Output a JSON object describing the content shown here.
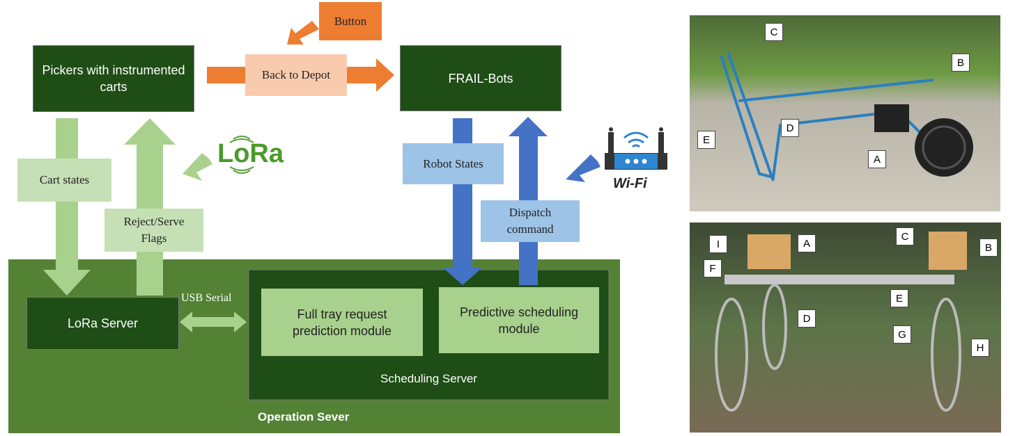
{
  "nodes": {
    "pickers": "Pickers with instrumented carts",
    "button": "Button",
    "back_to_depot": "Back to Depot",
    "frail_bots": "FRAIL-Bots",
    "cart_states": "Cart states",
    "reject_serve": "Reject/Serve Flags",
    "lora_logo": "LoRa",
    "robot_states": "Robot States",
    "dispatch": "Dispatch command",
    "wifi_logo": "Wi-Fi",
    "usb_serial": "USB Serial",
    "lora_server": "LoRa Server",
    "full_tray": "Full tray request prediction module",
    "predictive": "Predictive scheduling module",
    "scheduling_server": "Scheduling Server",
    "operation_server": "Operation Sever"
  },
  "photo_top_labels": [
    "C",
    "B",
    "D",
    "E",
    "A"
  ],
  "photo_bottom_labels": [
    "I",
    "A",
    "C",
    "B",
    "F",
    "E",
    "D",
    "G",
    "H"
  ],
  "colors": {
    "dark_green": "#1e4d16",
    "operation": "#548235",
    "light_green": "#a9d18e",
    "orange": "#ed7d31",
    "blue": "#4472c4"
  }
}
